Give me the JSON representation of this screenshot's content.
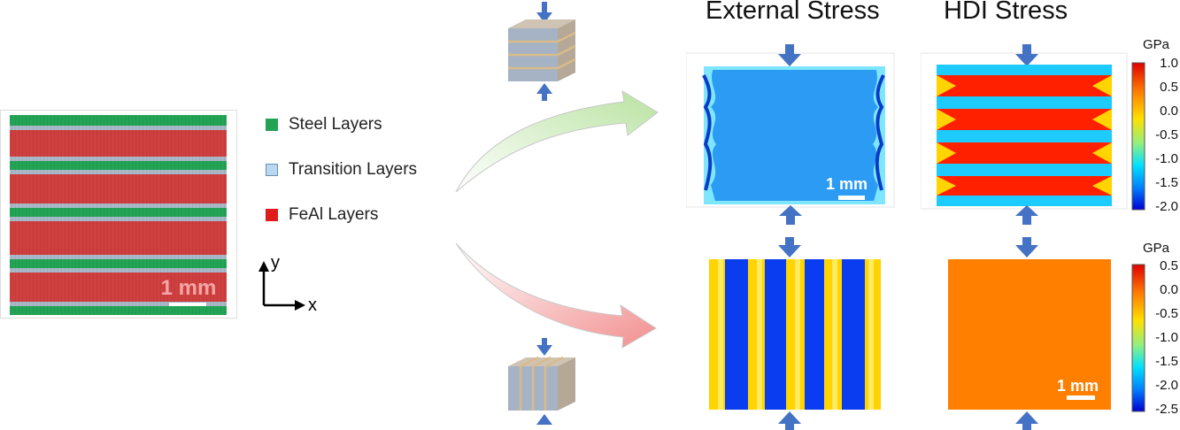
{
  "titles": {
    "external": "External Stress",
    "hdi": "HDI Stress"
  },
  "legend": [
    {
      "label": "Steel Layers",
      "color": "#23a455"
    },
    {
      "label": "Transition Layers",
      "color": "#b9d7f0"
    },
    {
      "label": "FeAl Layers",
      "color": "#e01b1b"
    }
  ],
  "axes": {
    "x": "x",
    "y": "y"
  },
  "scale_bars": {
    "micrograph": "1 mm",
    "top_external": "1 mm",
    "bottom_hdi": "1 mm"
  },
  "colorbars": {
    "top": {
      "unit": "GPa",
      "ticks": [
        "1.0",
        "0.5",
        "0.0",
        "-0.5",
        "-1.0",
        "-1.5",
        "-2.0"
      ]
    },
    "bottom": {
      "unit": "GPa",
      "ticks": [
        "0.5",
        "0.0",
        "-0.5",
        "-1.0",
        "-1.5",
        "-2.0",
        "-2.5"
      ]
    }
  },
  "colors": {
    "steel": "#23a455",
    "feal": "#cf3f3f",
    "transition": "#a9b9c9",
    "arrow_blue": "#4472c4",
    "stress_blue": "#1e90ff",
    "stress_red": "#ff2000",
    "stress_yellow": "#ffd400",
    "stress_orange": "#ff8000",
    "stress_cyan": "#00d8ff"
  }
}
